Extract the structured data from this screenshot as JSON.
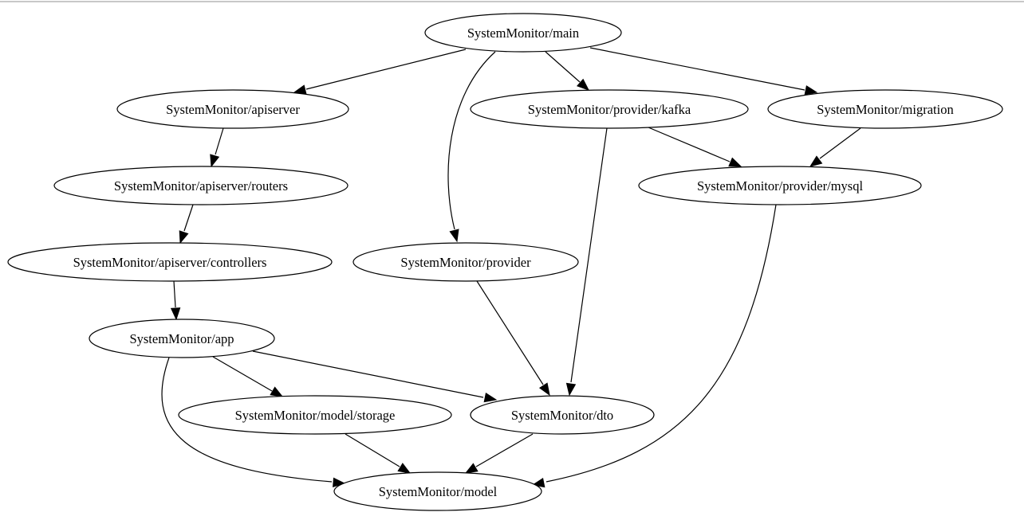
{
  "graph": {
    "nodes": [
      {
        "id": "main",
        "label": "SystemMonitor/main"
      },
      {
        "id": "apiserver",
        "label": "SystemMonitor/apiserver"
      },
      {
        "id": "kafka",
        "label": "SystemMonitor/provider/kafka"
      },
      {
        "id": "migration",
        "label": "SystemMonitor/migration"
      },
      {
        "id": "routers",
        "label": "SystemMonitor/apiserver/routers"
      },
      {
        "id": "mysql",
        "label": "SystemMonitor/provider/mysql"
      },
      {
        "id": "controllers",
        "label": "SystemMonitor/apiserver/controllers"
      },
      {
        "id": "provider",
        "label": "SystemMonitor/provider"
      },
      {
        "id": "app",
        "label": "SystemMonitor/app"
      },
      {
        "id": "storage",
        "label": "SystemMonitor/model/storage"
      },
      {
        "id": "dto",
        "label": "SystemMonitor/dto"
      },
      {
        "id": "model",
        "label": "SystemMonitor/model"
      }
    ],
    "edges": [
      {
        "from": "main",
        "to": "apiserver"
      },
      {
        "from": "main",
        "to": "provider"
      },
      {
        "from": "main",
        "to": "kafka"
      },
      {
        "from": "main",
        "to": "migration"
      },
      {
        "from": "apiserver",
        "to": "routers"
      },
      {
        "from": "routers",
        "to": "controllers"
      },
      {
        "from": "controllers",
        "to": "app"
      },
      {
        "from": "kafka",
        "to": "mysql"
      },
      {
        "from": "kafka",
        "to": "dto"
      },
      {
        "from": "migration",
        "to": "mysql"
      },
      {
        "from": "mysql",
        "to": "model"
      },
      {
        "from": "provider",
        "to": "dto"
      },
      {
        "from": "app",
        "to": "storage"
      },
      {
        "from": "app",
        "to": "dto"
      },
      {
        "from": "app",
        "to": "model"
      },
      {
        "from": "storage",
        "to": "model"
      },
      {
        "from": "dto",
        "to": "model"
      }
    ]
  }
}
